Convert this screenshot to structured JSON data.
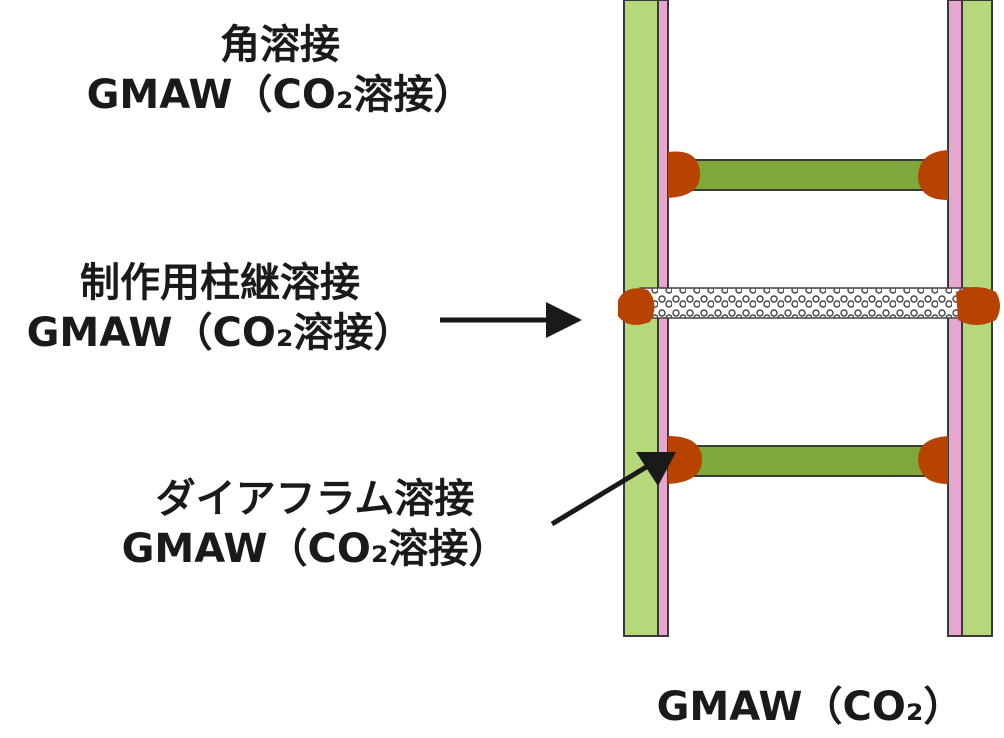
{
  "labels": {
    "corner": {
      "line1": "角溶接",
      "line2": "GMAW（CO₂溶接）"
    },
    "splice": {
      "line1": "制作用柱継溶接",
      "line2": "GMAW（CO₂溶接）"
    },
    "diaphragm": {
      "line1": "ダイアフラム溶接",
      "line2": "GMAW（CO₂溶接）"
    }
  },
  "caption": "GMAW（CO₂）",
  "colors": {
    "column_green": "#b5d97a",
    "plate_pink": "#e7a6cf",
    "diaphragm_green": "#7fa83a",
    "weld_brown": "#b84300",
    "outline": "#3a3a3a",
    "arrow": "#1a1a1a"
  }
}
